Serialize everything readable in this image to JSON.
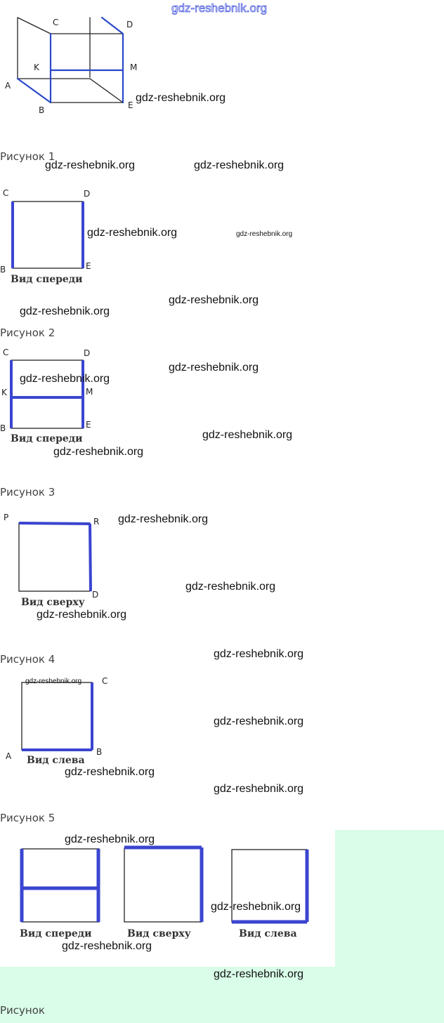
{
  "watermark": "gdz-reshebnik.org",
  "colors": {
    "highlight": "#3a45d0",
    "background_accent": "#d9fde8"
  },
  "figure1": {
    "labels": {
      "A": "A",
      "B": "B",
      "C": "C",
      "D": "D",
      "E": "E",
      "K": "K",
      "M": "M"
    },
    "caption": "Рисунок 1"
  },
  "figure2": {
    "labels": {
      "B": "B",
      "C": "C",
      "D": "D",
      "E": "E"
    },
    "view": "Вид спереди",
    "caption": "Рисунок 2"
  },
  "figure3": {
    "labels": {
      "B": "B",
      "C": "C",
      "D": "D",
      "E": "E",
      "K": "K",
      "M": "M"
    },
    "view": "Вид спереди",
    "caption": "Рисунок 3"
  },
  "figure4": {
    "labels": {
      "P": "P",
      "R": "R",
      "D": "D"
    },
    "view": "Вид сверху",
    "caption": "Рисунок 4"
  },
  "figure5": {
    "labels": {
      "A": "A",
      "B": "B",
      "C": "C"
    },
    "view": "Вид слева",
    "caption": "Рисунок 5"
  },
  "figure6": {
    "views": [
      "Вид спереди",
      "Вид сверху",
      "Вид слева"
    ],
    "caption": "Рисунок"
  }
}
